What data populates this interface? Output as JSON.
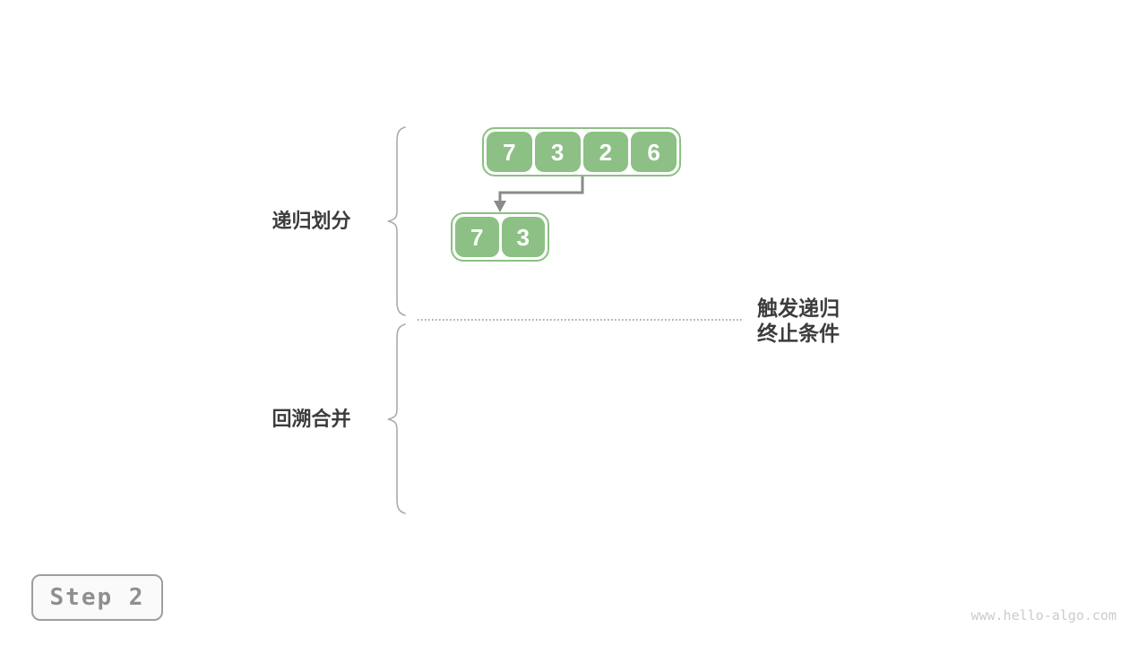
{
  "diagram": {
    "phase_labels": [
      {
        "label": "递归划分"
      },
      {
        "label": "回溯合并"
      }
    ],
    "arrays": [
      {
        "values": [
          "7",
          "3",
          "2",
          "6"
        ]
      },
      {
        "values": [
          "7",
          "3"
        ]
      }
    ],
    "terminate_note": {
      "line1": "触发递归",
      "line2": "终止条件"
    },
    "colors": {
      "cell_green": "#8CC084",
      "arrow_gray": "#8a8a8a",
      "brace_gray": "#ababab",
      "dotted_gray": "#909090",
      "label_dark": "#3C3C3C"
    }
  },
  "step_badge": {
    "label": "Step 2"
  },
  "watermark": {
    "text": "www.hello-algo.com"
  }
}
